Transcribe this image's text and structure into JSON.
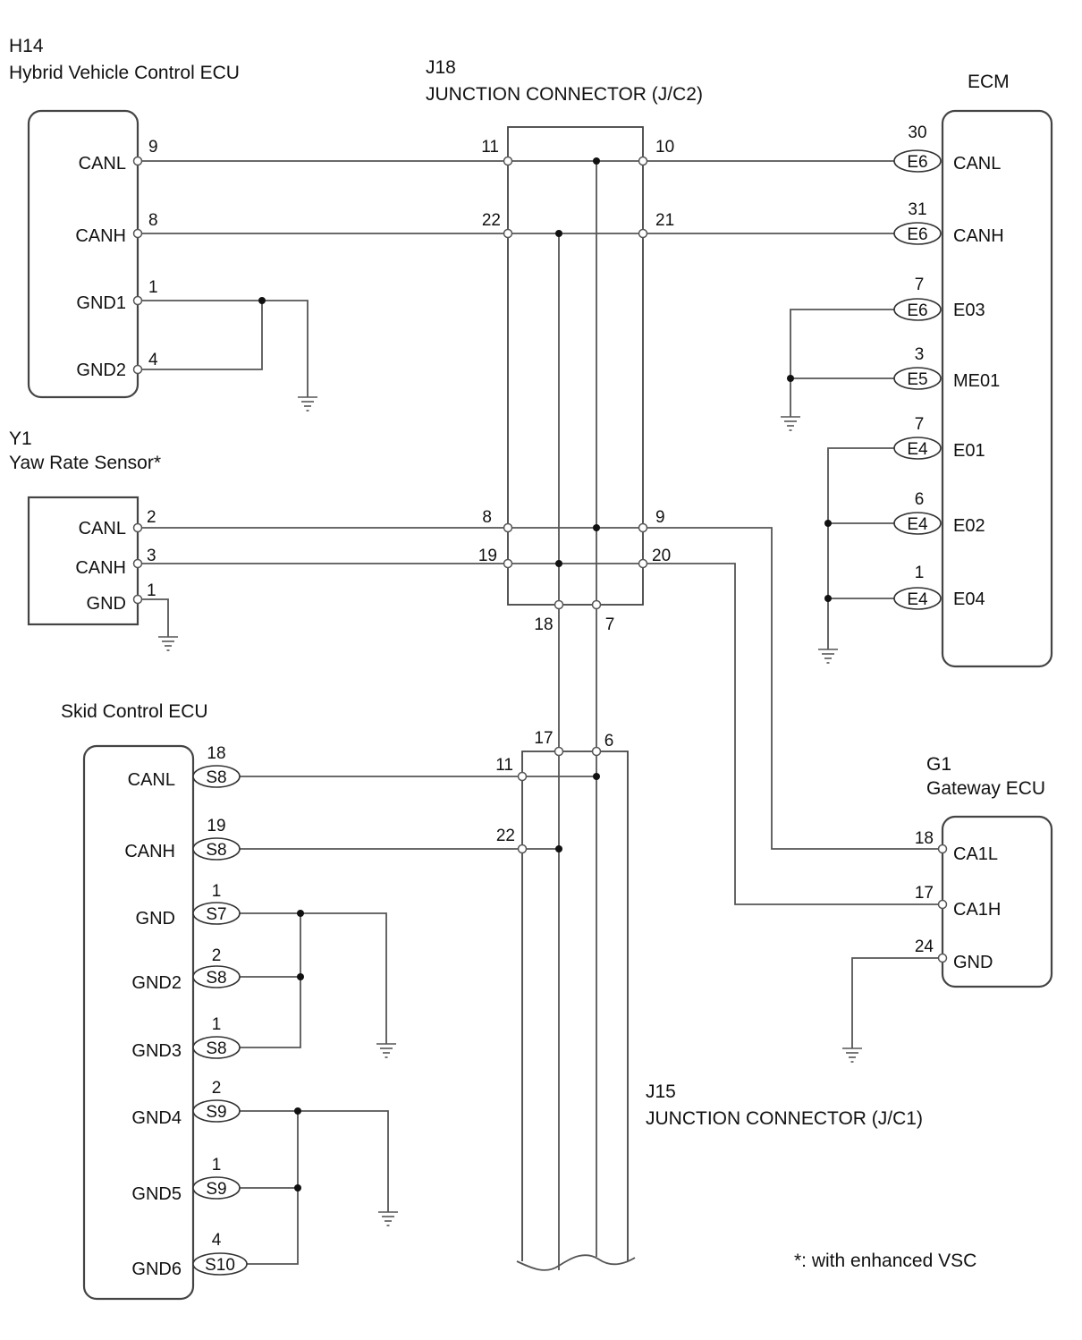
{
  "components": {
    "h14": {
      "code": "H14",
      "name": "Hybrid Vehicle Control ECU",
      "pins": [
        {
          "label": "CANL",
          "num": "9"
        },
        {
          "label": "CANH",
          "num": "8"
        },
        {
          "label": "GND1",
          "num": "1"
        },
        {
          "label": "GND2",
          "num": "4"
        }
      ]
    },
    "j18": {
      "code": "J18",
      "name": "JUNCTION CONNECTOR (J/C2)",
      "pins_left": [
        "11",
        "22",
        "8",
        "19"
      ],
      "pins_right": [
        "10",
        "21",
        "9",
        "20"
      ],
      "pins_bottom": [
        "18",
        "7"
      ]
    },
    "ecm": {
      "name": "ECM",
      "pins": [
        {
          "label": "CANL",
          "num": "30",
          "conn": "E6"
        },
        {
          "label": "CANH",
          "num": "31",
          "conn": "E6"
        },
        {
          "label": "E03",
          "num": "7",
          "conn": "E6"
        },
        {
          "label": "ME01",
          "num": "3",
          "conn": "E5"
        },
        {
          "label": "E01",
          "num": "7",
          "conn": "E4"
        },
        {
          "label": "E02",
          "num": "6",
          "conn": "E4"
        },
        {
          "label": "E04",
          "num": "1",
          "conn": "E4"
        }
      ]
    },
    "y1": {
      "code": "Y1",
      "name": "Yaw Rate Sensor*",
      "pins": [
        {
          "label": "CANL",
          "num": "2"
        },
        {
          "label": "CANH",
          "num": "3"
        },
        {
          "label": "GND",
          "num": "1"
        }
      ]
    },
    "skid": {
      "name": "Skid Control ECU",
      "pins": [
        {
          "label": "CANL",
          "num": "18",
          "conn": "S8"
        },
        {
          "label": "CANH",
          "num": "19",
          "conn": "S8"
        },
        {
          "label": "GND",
          "num": "1",
          "conn": "S7"
        },
        {
          "label": "GND2",
          "num": "2",
          "conn": "S8"
        },
        {
          "label": "GND3",
          "num": "1",
          "conn": "S8"
        },
        {
          "label": "GND4",
          "num": "2",
          "conn": "S9"
        },
        {
          "label": "GND5",
          "num": "1",
          "conn": "S9"
        },
        {
          "label": "GND6",
          "num": "4",
          "conn": "S10"
        }
      ]
    },
    "j15": {
      "code": "J15",
      "name": "JUNCTION CONNECTOR (J/C1)",
      "pins_top": [
        "17",
        "6"
      ],
      "pins_left": [
        "11",
        "22"
      ]
    },
    "g1": {
      "code": "G1",
      "name": "Gateway ECU",
      "pins": [
        {
          "label": "CA1L",
          "num": "18"
        },
        {
          "label": "CA1H",
          "num": "17"
        },
        {
          "label": "GND",
          "num": "24"
        }
      ]
    }
  },
  "footnote": "*: with enhanced VSC"
}
